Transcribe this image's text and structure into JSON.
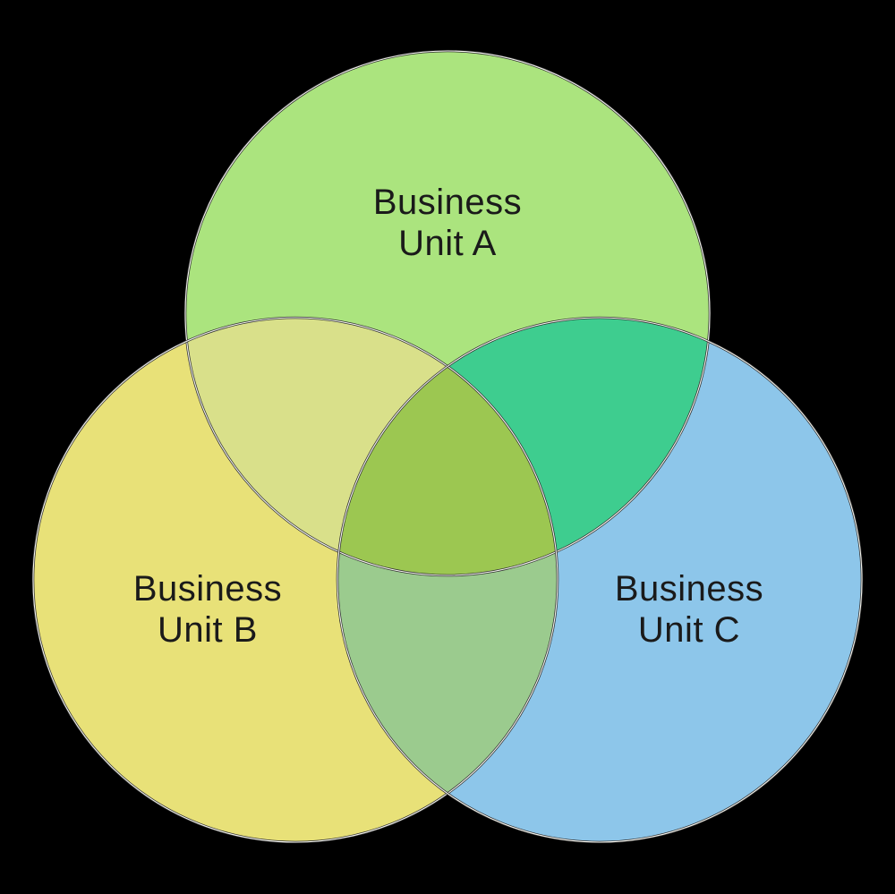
{
  "diagram": {
    "type": "venn-3",
    "background_color": "#000000",
    "outline_color": "#2f2f2f",
    "outline_highlight_color": "#f2f2ec",
    "label_color": "#1a1a1a",
    "sets": [
      {
        "id": "a",
        "label_line1": "Business",
        "label_line2": "Unit A",
        "fill": "#abe47e"
      },
      {
        "id": "b",
        "label_line1": "Business",
        "label_line2": "Unit B",
        "fill": "#e8e178"
      },
      {
        "id": "c",
        "label_line1": "Business",
        "label_line2": "Unit C",
        "fill": "#8dc6ea"
      }
    ],
    "overlaps": {
      "a_b": "#d9e08a",
      "a_c": "#3ecd8f",
      "b_c": "#9bcb8e",
      "a_b_c": "#9cc751"
    }
  }
}
